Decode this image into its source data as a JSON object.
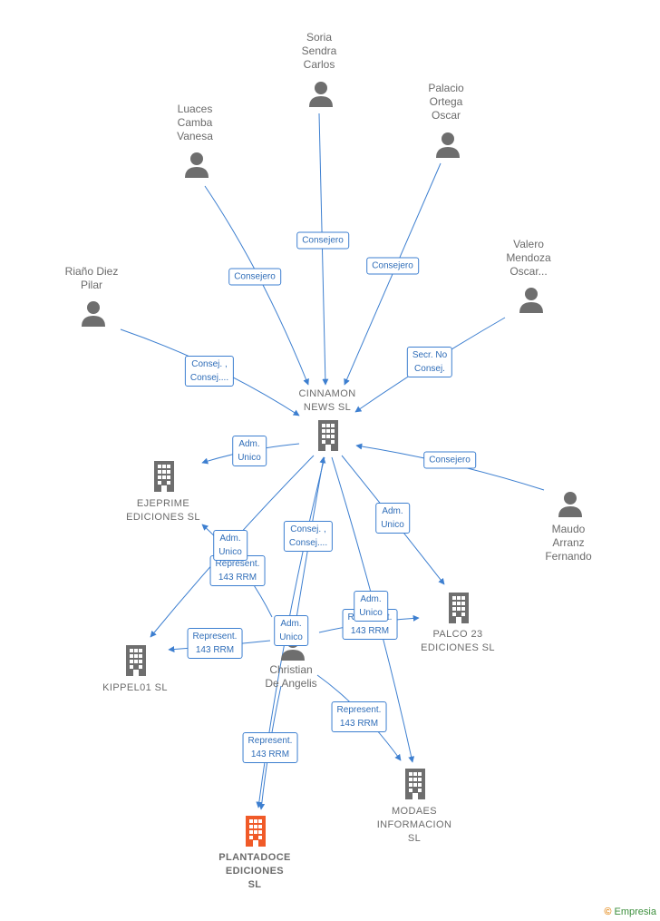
{
  "colors": {
    "edge": "#3d7fd0",
    "person": "#6e6e6e",
    "company": "#6e6e6e",
    "focus_company": "#f05a28"
  },
  "persons": [
    {
      "id": "soria",
      "label": "Soria\nSendra\nCarlos"
    },
    {
      "id": "palacio",
      "label": "Palacio\nOrtega\nOscar"
    },
    {
      "id": "luaces",
      "label": "Luaces\nCamba\nVanesa"
    },
    {
      "id": "valero",
      "label": "Valero\nMendoza\nOscar..."
    },
    {
      "id": "riano",
      "label": "Riaño Diez\nPilar"
    },
    {
      "id": "maudo",
      "label": "Maudo\nArranz\nFernando"
    },
    {
      "id": "christian",
      "label": "Christian\nDe Angelis"
    }
  ],
  "companies": [
    {
      "id": "cinnamon",
      "label": "CINNAMON\nNEWS  SL"
    },
    {
      "id": "ejeprime",
      "label": "EJEPRIME\nEDICIONES  SL"
    },
    {
      "id": "kippel",
      "label": "KIPPEL01  SL"
    },
    {
      "id": "palco",
      "label": "PALCO 23\nEDICIONES  SL"
    },
    {
      "id": "modaes",
      "label": "MODAES\nINFORMACION\nSL"
    },
    {
      "id": "plantadoce",
      "label": "PLANTADOCE\nEDICIONES\nSL"
    }
  ],
  "edge_labels": [
    {
      "id": "e1",
      "text": "Consejero"
    },
    {
      "id": "e2",
      "text": "Consejero"
    },
    {
      "id": "e3",
      "text": "Consejero"
    },
    {
      "id": "e4",
      "text": "Consej. ,\nConsej...."
    },
    {
      "id": "e5",
      "text": "Secr.  No\nConsej."
    },
    {
      "id": "e6",
      "text": "Consejero"
    },
    {
      "id": "e7",
      "text": "Adm.\nUnico"
    },
    {
      "id": "e8",
      "text": "Adm.\nUnico"
    },
    {
      "id": "e9",
      "text": "Consej. ,\nConsej...."
    },
    {
      "id": "e10",
      "text": "Adm.\nUnico"
    },
    {
      "id": "e11",
      "text": "Represent.\n143 RRM"
    },
    {
      "id": "e12",
      "text": "Represent.\n143 RRM"
    },
    {
      "id": "e13",
      "text": "Represent.\n143 RRM"
    },
    {
      "id": "e14",
      "text": "Adm.\nUnico"
    },
    {
      "id": "e15",
      "text": "Adm.\nUnico"
    },
    {
      "id": "e16",
      "text": "Represent.\n143 RRM"
    },
    {
      "id": "e17",
      "text": "Represent.\n143 RRM"
    }
  ],
  "footer": {
    "copyright": "©",
    "brand": "Empresia"
  }
}
